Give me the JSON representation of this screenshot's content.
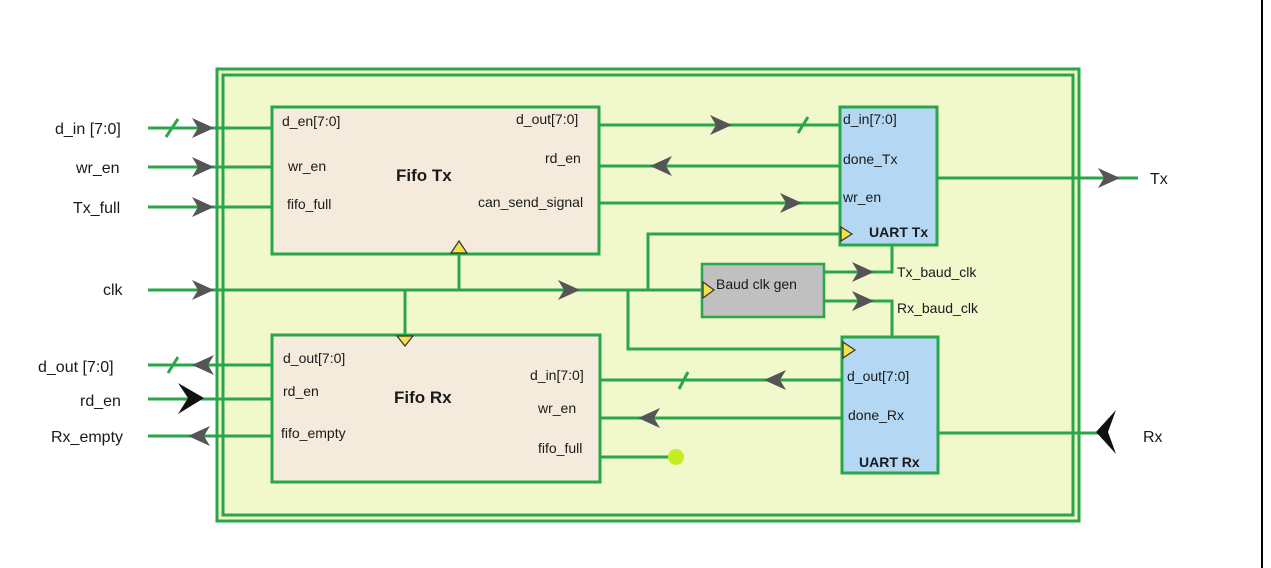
{
  "colors": {
    "outer_border": "#2aa64a",
    "outer_fill": "#f0f8cc",
    "fifo_fill": "#f5ebdc",
    "uart_fill": "#b4d8f3",
    "baud_fill": "#c0c0c0",
    "wire": "#2aa64a",
    "arrow": "#555555",
    "clock_marker": "#f2e24a",
    "dot": "#c4ee22"
  },
  "external_ports": {
    "d_in": "d_in [7:0]",
    "wr_en": "wr_en",
    "tx_full": "Tx_full",
    "clk": "clk",
    "d_out": "d_out [7:0]",
    "rd_en": "rd_en",
    "rx_empty": "Rx_empty",
    "tx": "Tx",
    "rx": "Rx"
  },
  "fifo_tx": {
    "title": "Fifo Tx",
    "ports": {
      "d_en": "d_en[7:0]",
      "wr_en": "wr_en",
      "fifo_full": "fifo_full",
      "d_out": "d_out[7:0]",
      "rd_en": "rd_en",
      "can_send_signal": "can_send_signal"
    }
  },
  "fifo_rx": {
    "title": "Fifo Rx",
    "ports": {
      "d_out": "d_out[7:0]",
      "rd_en": "rd_en",
      "fifo_empty": "fifo_empty",
      "d_in": "d_in[7:0]",
      "wr_en": "wr_en",
      "fifo_full": "fifo_full"
    }
  },
  "uart_tx": {
    "title": "UART Tx",
    "ports": {
      "d_in": "d_in[7:0]",
      "done_tx": "done_Tx",
      "wr_en": "wr_en"
    }
  },
  "uart_rx": {
    "title": "UART Rx",
    "ports": {
      "d_out": "d_out[7:0]",
      "done_rx": "done_Rx"
    }
  },
  "baud_gen": {
    "title": "Baud clk gen",
    "tx_baud": "Tx_baud_clk",
    "rx_baud": "Rx_baud_clk"
  }
}
